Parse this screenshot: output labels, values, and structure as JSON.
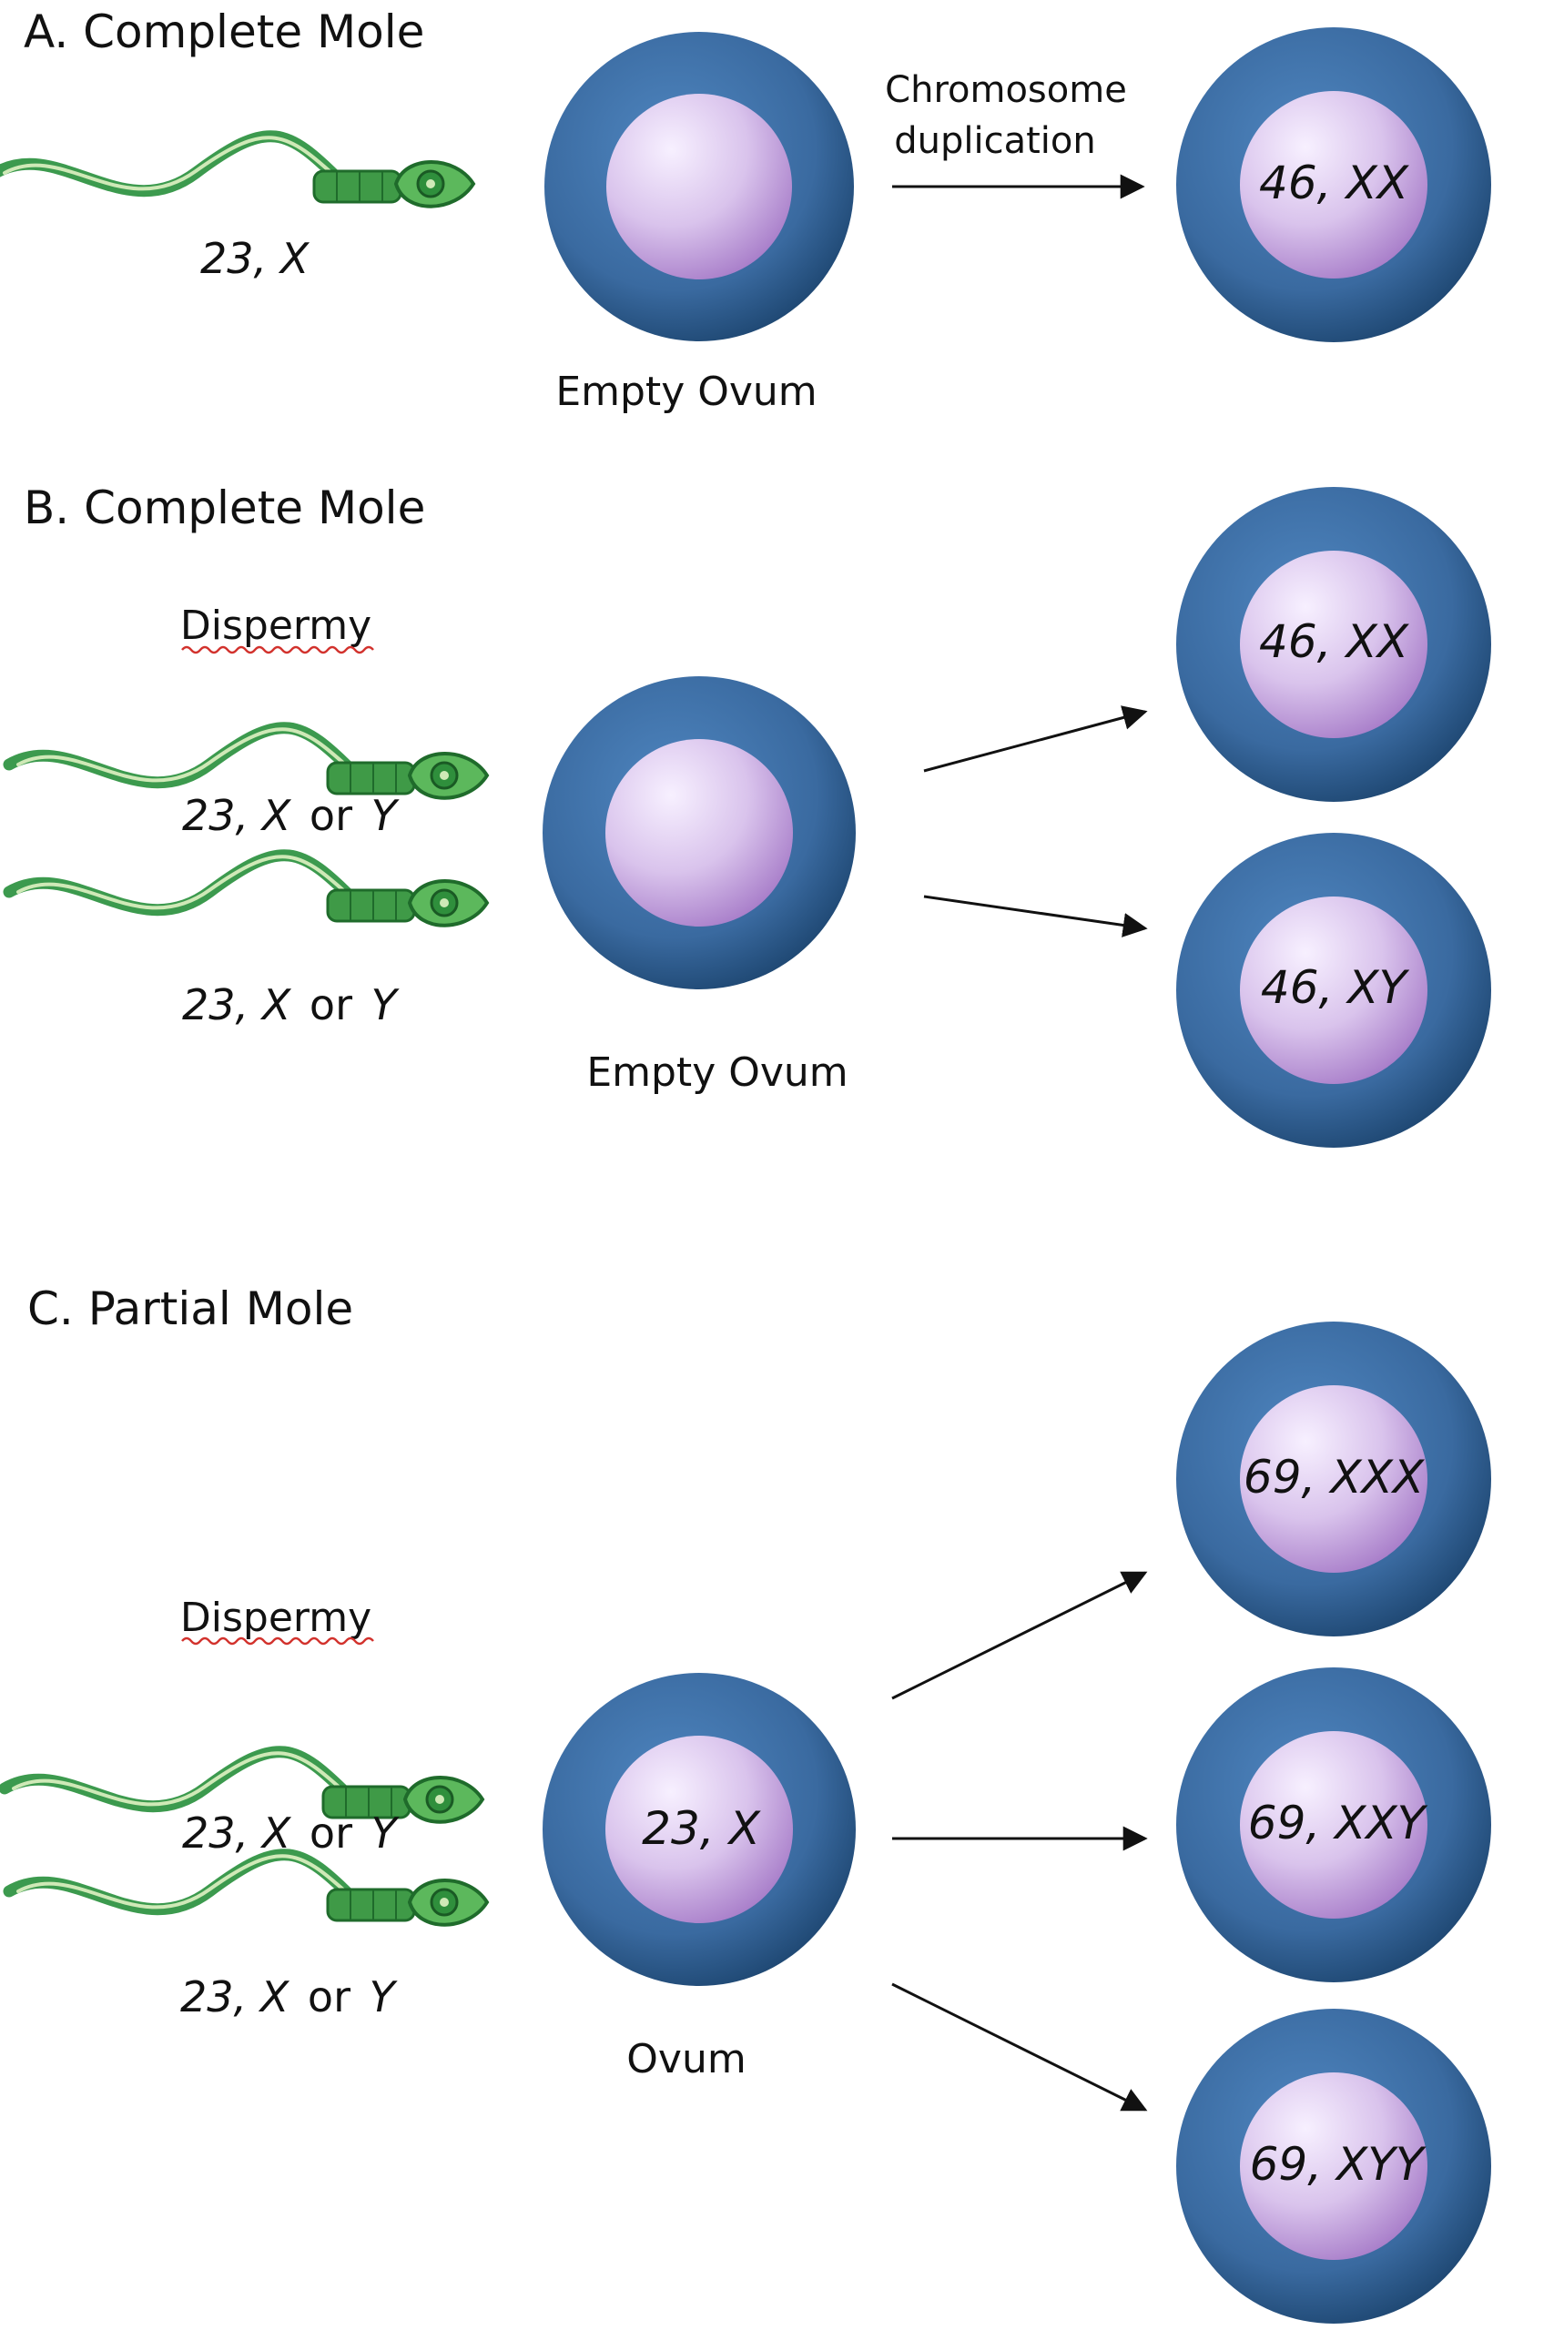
{
  "colors": {
    "cell_outer": "#3b6ea5",
    "cell_outer_dark": "#1f4873",
    "nucleus_light": "#f6efff",
    "nucleus_dark": "#b690d2",
    "sperm_tail": "#3c9a4e",
    "sperm_tail_light": "#cfe9b7",
    "sperm_head": "#2f8f3c",
    "arrow": "#111111",
    "spellcheck_underline": "#d2322d"
  },
  "icons": {
    "sperm": "sperm-icon",
    "ovum": "ovum-cell-icon",
    "zygote": "zygote-cell-icon",
    "arrow": "arrow-right-icon"
  },
  "panelA": {
    "title": "A. Complete Mole",
    "sperm_label": "23, X",
    "ovum_label": "Empty Ovum",
    "arrow_label_line1": "Chromosome",
    "arrow_label_line2": "duplication",
    "result": "46, XX"
  },
  "panelB": {
    "title": "B. Complete Mole",
    "dispermy_label": "Dispermy",
    "sperm1_label_num": "23, X",
    "sperm1_label_or": "or",
    "sperm1_label_y": "Y",
    "sperm2_label_num": "23, X",
    "sperm2_label_or": "or",
    "sperm2_label_y": "Y",
    "ovum_label": "Empty Ovum",
    "results": [
      "46, XX",
      "46, XY"
    ]
  },
  "panelC": {
    "title": "C. Partial Mole",
    "dispermy_label": "Dispermy",
    "sperm1_label_num": "23, X",
    "sperm1_label_or": "or",
    "sperm1_label_y": "Y",
    "sperm2_label_num": "23, X",
    "sperm2_label_or": "or",
    "sperm2_label_y": "Y",
    "ovum_inner": "23, X",
    "ovum_label": "Ovum",
    "results": [
      "69, XXX",
      "69, XXY",
      "69, XYY"
    ]
  }
}
